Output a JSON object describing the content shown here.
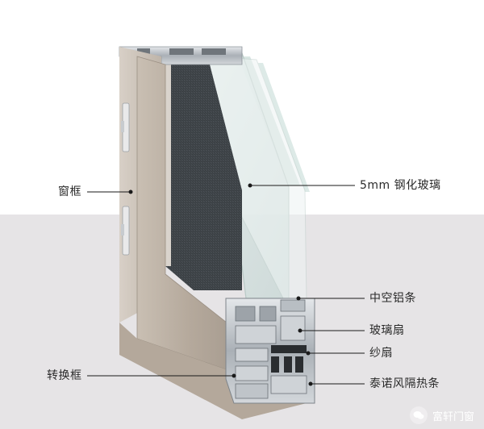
{
  "labels": {
    "window_frame": "窗框",
    "glass": "5mm 钢化玻璃",
    "spacer": "中空铝条",
    "glass_sash": "玻璃扇",
    "screen_sash": "纱扇",
    "adapter_frame": "转换框",
    "thermal_strip": "泰诺风隔热条"
  },
  "watermark": {
    "text": "富轩门窗",
    "icon": "wechat-icon"
  },
  "colors": {
    "background_top": "#ffffff",
    "background_bottom": "#e6e4e6",
    "frame": "#b8ac9f",
    "glass": "#dfe9e8",
    "screen": "#3a3f44",
    "leader": "#1a1a1a"
  }
}
